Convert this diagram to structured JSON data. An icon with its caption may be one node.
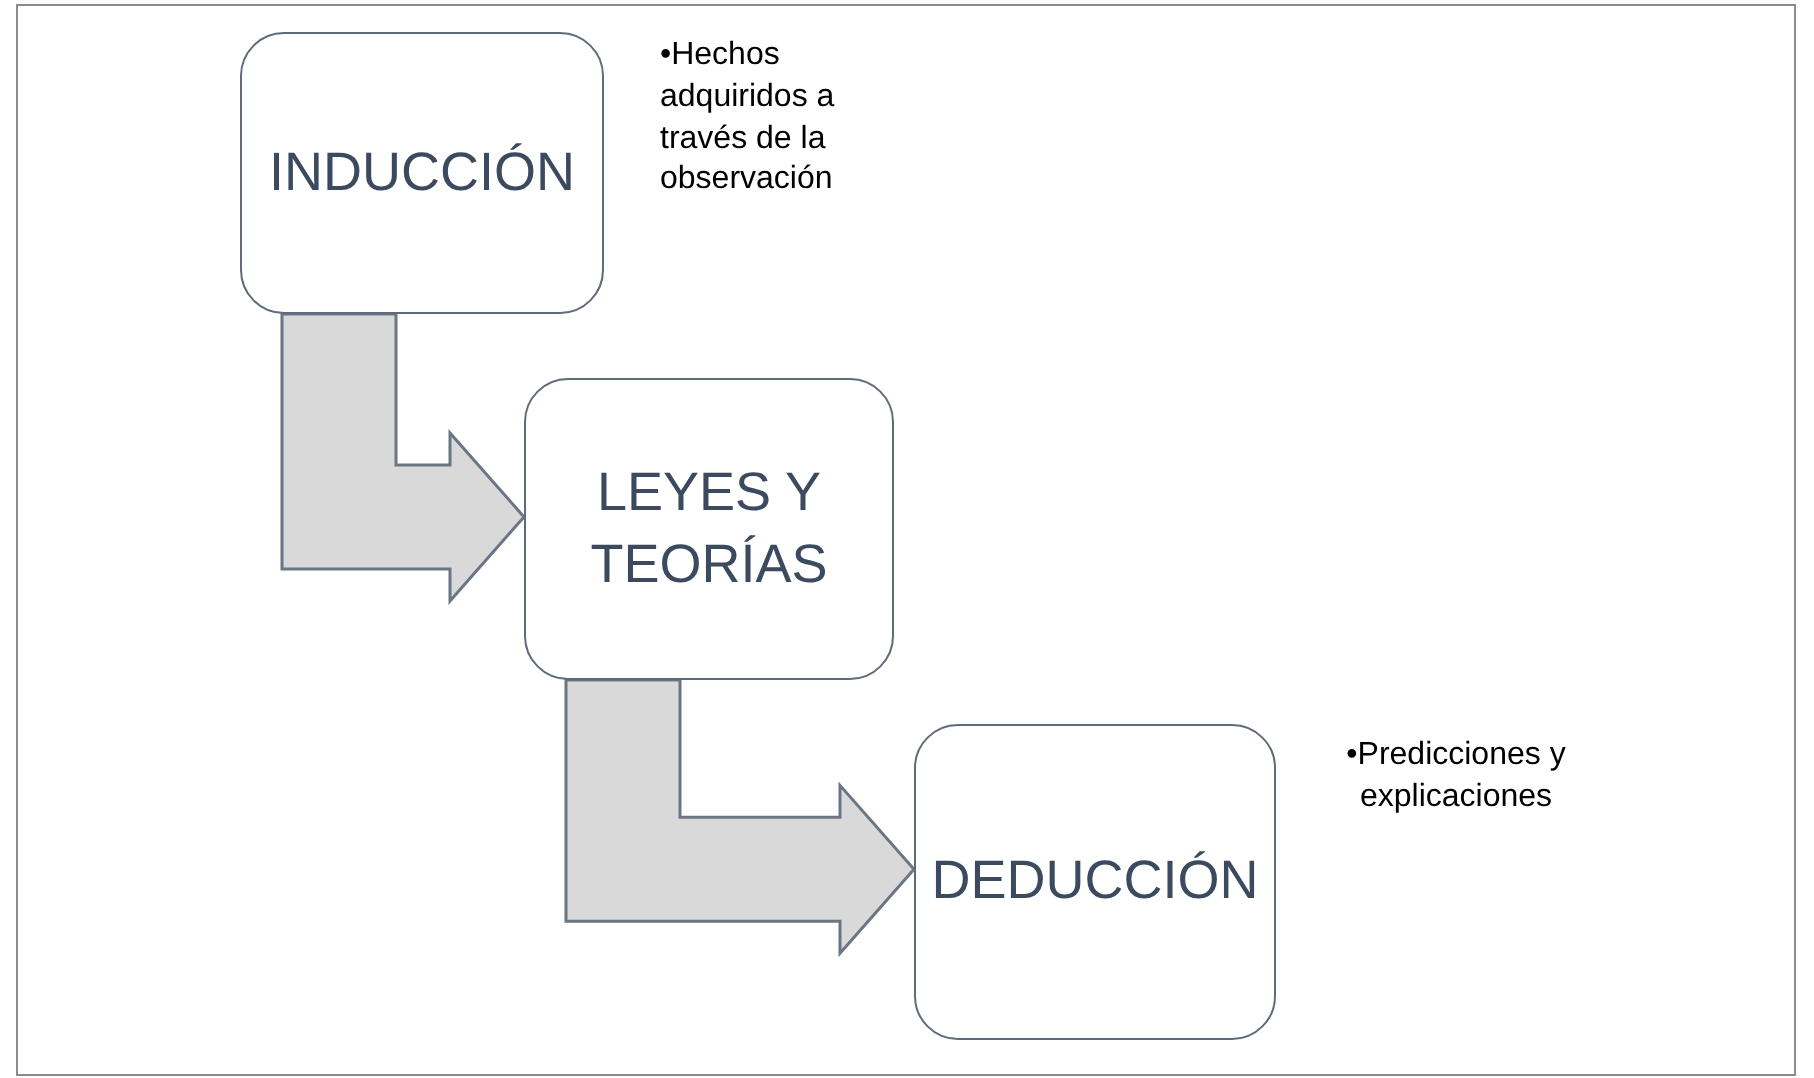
{
  "diagram": {
    "nodes": [
      {
        "text": [
          "INDUCCIÓN"
        ],
        "beside": [
          "•Hechos adquiridos a través de la observación"
        ]
      },
      {
        "text": [
          "LEYES Y TEORÍAS"
        ]
      },
      {
        "text": [
          "DEDUCCIÓN"
        ],
        "beside": [
          "•Predicciones y explicaciones"
        ]
      }
    ],
    "edges": [
      {
        "from": 0,
        "to": 1,
        "arrow": "to"
      },
      {
        "from": 1,
        "to": 2,
        "arrow": "to"
      }
    ]
  }
}
